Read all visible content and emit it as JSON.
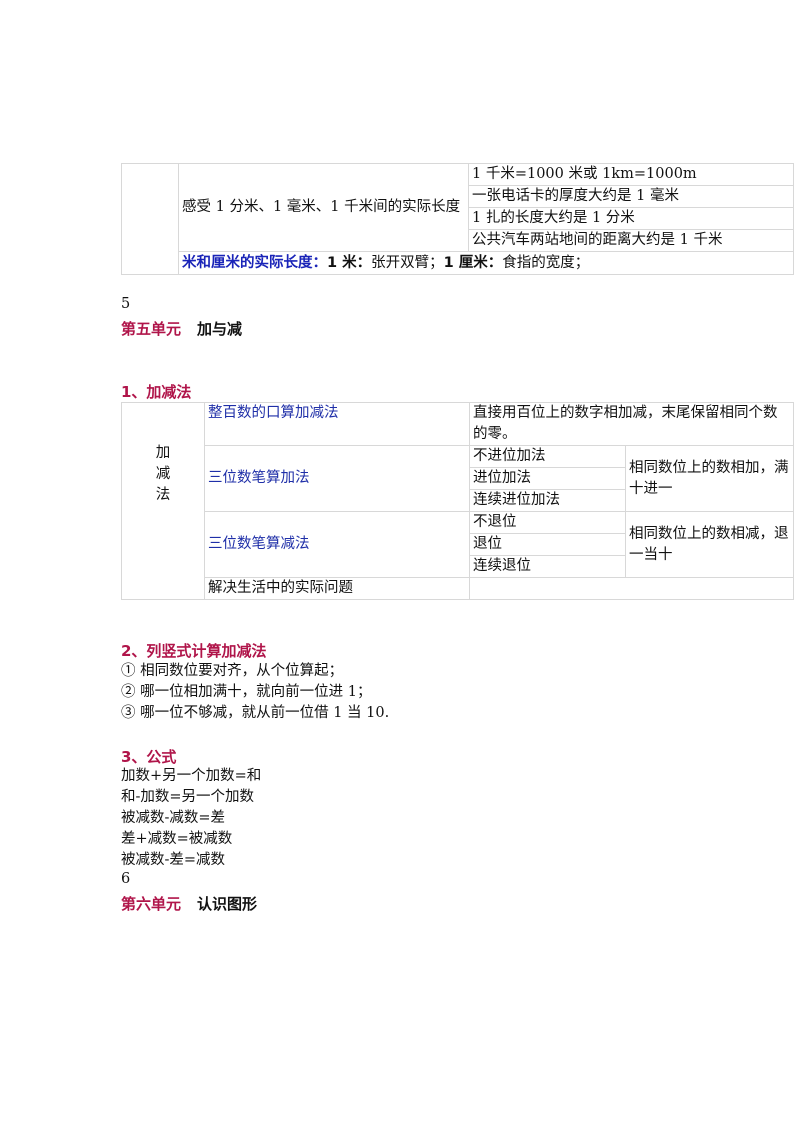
{
  "table1": {
    "row_heading": "感受 1 分米、1 毫米、1 千米间的实际长度",
    "items": [
      "1 千米=1000 米或 1km=1000m",
      "一张电话卡的厚度大约是 1 毫米",
      "1 扎的长度大约是 1 分米",
      "公共汽车两站地间的距离大约是 1 千米"
    ],
    "bottom": {
      "label": "米和厘米的实际长度：",
      "m_label": "1 米：",
      "m_text": "张开双臂；",
      "cm_label": "1 厘米：",
      "cm_text": "食指的宽度；"
    }
  },
  "unit5": {
    "page_number": "5",
    "unit": "第五单元",
    "name": "加与减"
  },
  "sec1": {
    "title": "1、加减法",
    "side_label": [
      "加",
      "减",
      "法"
    ],
    "rows": {
      "r1_topic": "整百数的口算加减法",
      "r1_desc": "直接用百位上的数字相加减，末尾保留相同个数的零。",
      "add_topic": "三位数笔算加法",
      "add_items": [
        "不进位加法",
        "进位加法",
        "连续进位加法"
      ],
      "add_rule": "相同数位上的数相加，满十进一",
      "sub_topic": "三位数笔算减法",
      "sub_items": [
        "不退位",
        "退位",
        "连续退位"
      ],
      "sub_rule": "相同数位上的数相减，退一当十",
      "last_topic": "解决生活中的实际问题"
    }
  },
  "sec2": {
    "title": "2、列竖式计算加减法",
    "items": [
      "① 相同数位要对齐，从个位算起；",
      "② 哪一位相加满十，就向前一位进 1；",
      "③ 哪一位不够减，就从前一位借 1 当 10."
    ]
  },
  "sec3": {
    "title": "3、公式",
    "items": [
      "加数+另一个加数=和",
      "和-加数=另一个加数",
      "被减数-减数=差",
      "差+减数=被减数",
      "被减数-差=减数"
    ]
  },
  "unit6": {
    "page_number": "6",
    "unit": "第六单元",
    "name": "认识图形"
  }
}
